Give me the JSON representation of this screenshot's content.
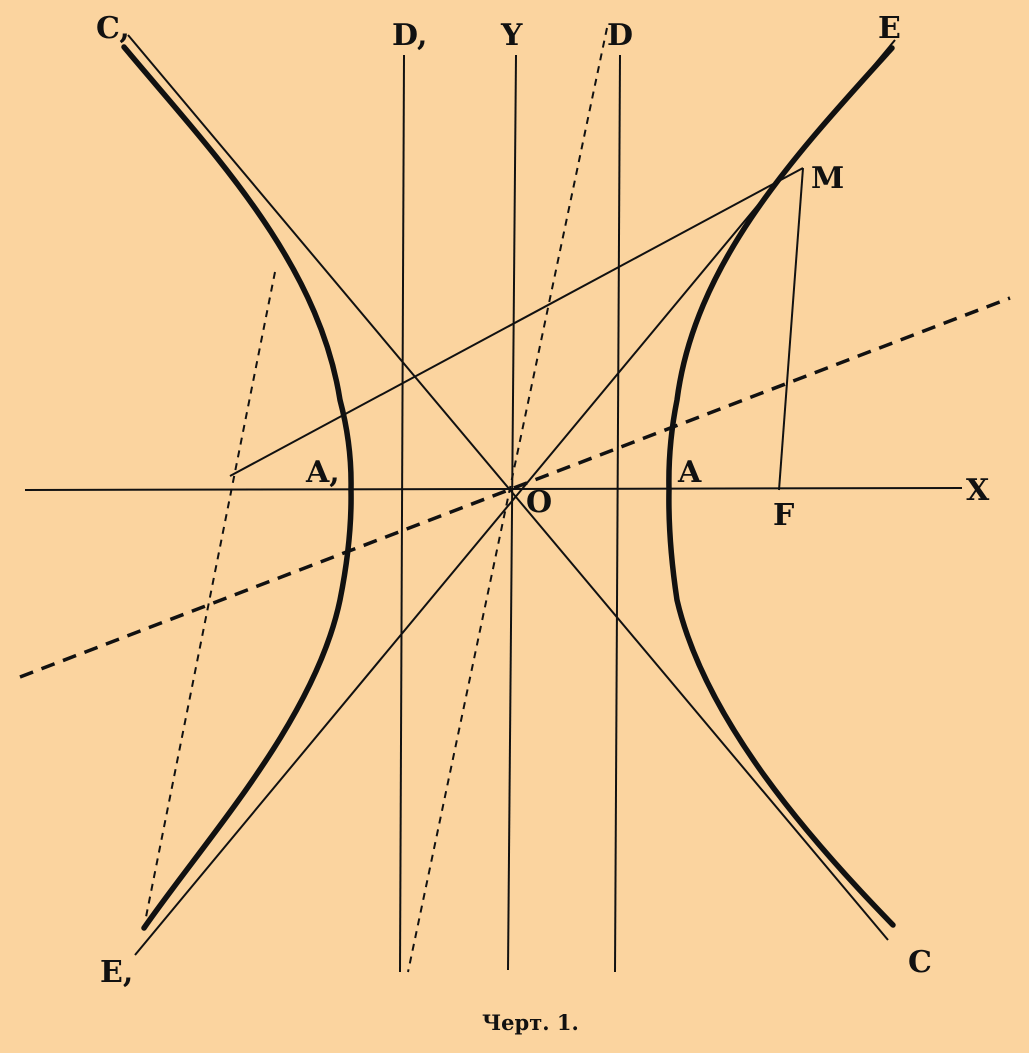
{
  "figure": {
    "labels": {
      "C1": "C,",
      "D1": "D,",
      "Y": "Y",
      "D": "D",
      "E": "E",
      "M": "M",
      "A1": "A,",
      "O": "O",
      "A": "A",
      "F": "F",
      "X": "X",
      "E1": "E,",
      "C": "C"
    },
    "caption": "Черт. 1."
  },
  "colors": {
    "background": "#fbd49f",
    "ink": "#111111"
  }
}
